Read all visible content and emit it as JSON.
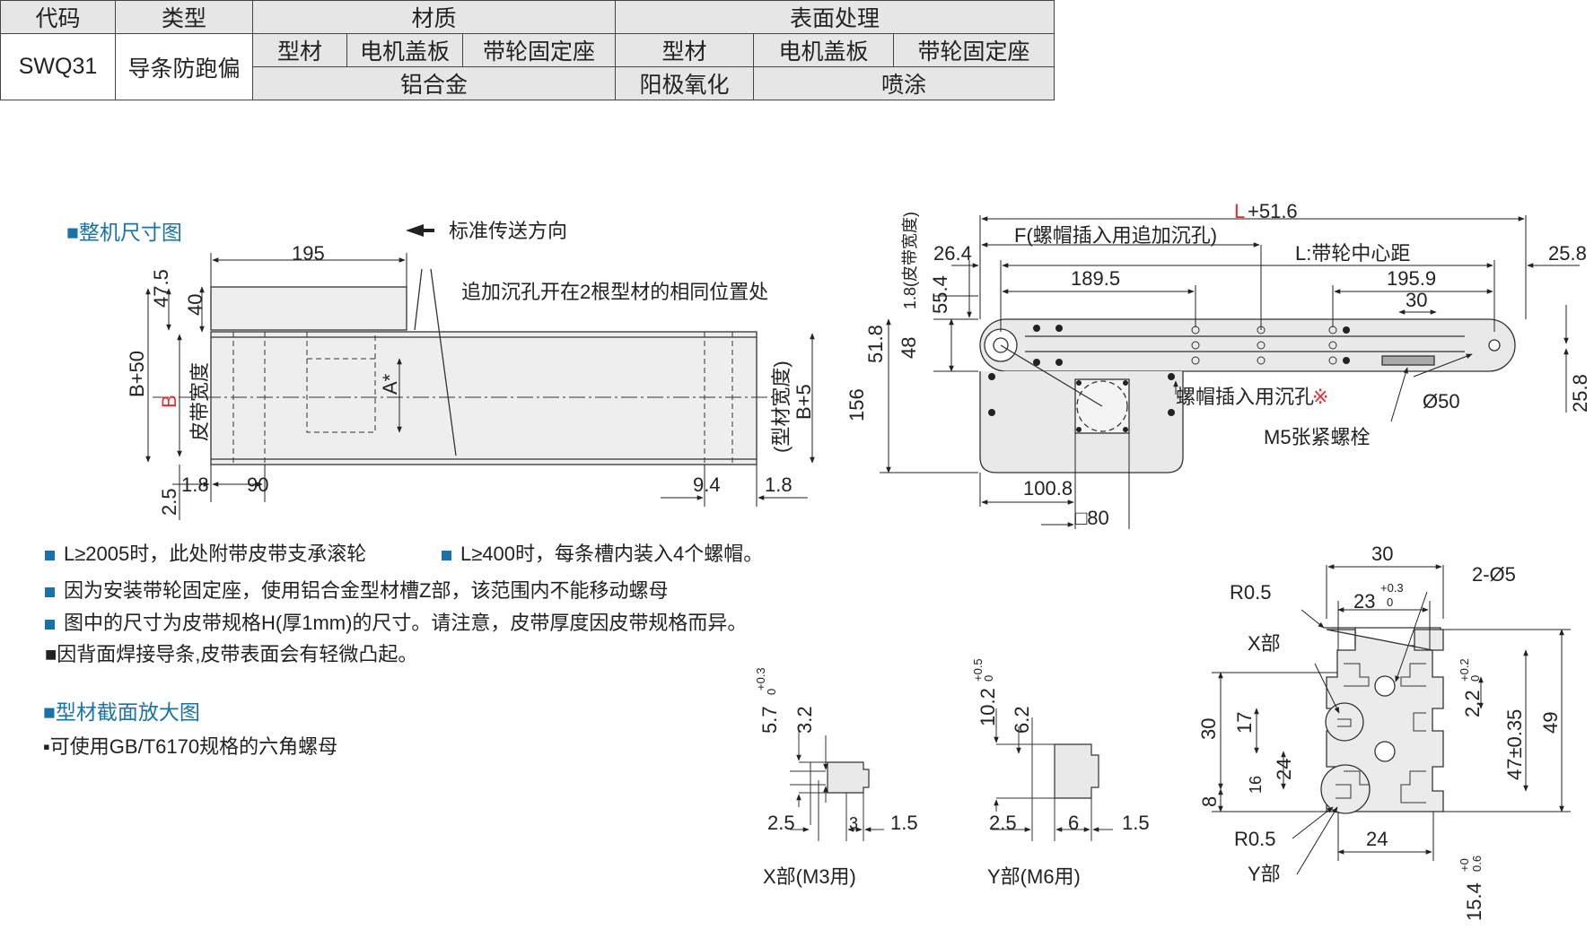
{
  "spec_table": {
    "headers": {
      "code": "代码",
      "type": "类型",
      "material": "材质",
      "surface": "表面处理"
    },
    "code": "SWQ31",
    "type": "导条防跑偏",
    "material_parts": [
      "型材",
      "电机盖板",
      "带轮固定座"
    ],
    "material_value": "铝合金",
    "surface_parts": [
      "型材",
      "电机盖板",
      "带轮固定座"
    ],
    "surface_values": [
      "阳极氧化",
      "喷涂"
    ]
  },
  "section_titles": {
    "overall": "■整机尺寸图",
    "profile": "■型材截面放大图"
  },
  "overall_view": {
    "direction_label": "标准传送方向",
    "hole_note": "追加沉孔开在2根型材的相同位置处",
    "dims": {
      "motor_len": "195",
      "d47_5": "47.5",
      "d40": "40",
      "b50": "B+50",
      "b_red": "B",
      "belt_width": "皮带宽度",
      "a_star": "A*",
      "profile_width": "(型材宽度)",
      "b5": "B+5",
      "d2_5": "2.5",
      "d1_8a": "1.8",
      "d90": "90",
      "d9_4": "9.4",
      "d1_8b": "1.8"
    }
  },
  "side_view": {
    "l_red": "L",
    "l_suffix": "+51.6",
    "f_label": "F(螺帽插入用追加沉孔)",
    "l_center": "L:带轮中心距",
    "dims": {
      "d26_4": "26.4",
      "d25_8a": "25.8",
      "d189_5": "189.5",
      "d195_9": "195.9",
      "d30": "30",
      "d55_4": "55.4",
      "belt_w": "1.8(皮带宽度)",
      "d51_8": "51.8",
      "d48": "48",
      "d156": "156",
      "d25_8b": "25.8",
      "d100_8": "100.8",
      "sq80": "□80"
    },
    "callouts": {
      "nut_hole": "螺帽插入用沉孔",
      "nut_mark": "※",
      "d50": "Ø50",
      "bolt": "M5张紧螺栓"
    }
  },
  "notes": [
    "L≥2005时，此处附带皮带支承滚轮",
    "L≥400时，每条槽内装入4个螺帽。",
    "因为安装带轮固定座，使用铝合金型材槽Z部，该范围内不能移动螺母",
    "图中的尺寸为皮带规格H(厚1mm)的尺寸。请注意，皮带厚度因皮带规格而异。",
    "■因背面焊接导条,皮带表面会有轻微凸起。"
  ],
  "profile_note": "▪可使用GB/T6170规格的六角螺母",
  "detail_x": {
    "title": "X部(M3用)",
    "d5_7": "5.7",
    "tol_a": "+0.3",
    "tol_b": "0",
    "d3_2": "3.2",
    "d2_5": "2.5",
    "d3": "3",
    "d1_5": "1.5"
  },
  "detail_y": {
    "title": "Y部(M6用)",
    "d10_2": "10.2",
    "tol_a": "+0.5",
    "tol_b": "0",
    "d6_2": "6.2",
    "d2_5": "2.5",
    "d6": "6",
    "d1_5": "1.5"
  },
  "section": {
    "d30": "30",
    "d2_5": "2-Ø5",
    "r0_5a": "R0.5",
    "d23": "23",
    "tol_a": "+0.3",
    "tol_b": "0",
    "x_part": "X部",
    "d2_2": "2.2",
    "tol_c": "+0.2",
    "tol_d": "0",
    "d30v": "30",
    "d17": "17",
    "d24v": "24",
    "d16": "16",
    "d8": "8",
    "d47": "47±0.35",
    "d49": "49",
    "r0_5b": "R0.5",
    "d24": "24",
    "y_part": "Y部",
    "d15_4": "15.4",
    "tol_e": "+0",
    "tol_f": "0.6"
  }
}
